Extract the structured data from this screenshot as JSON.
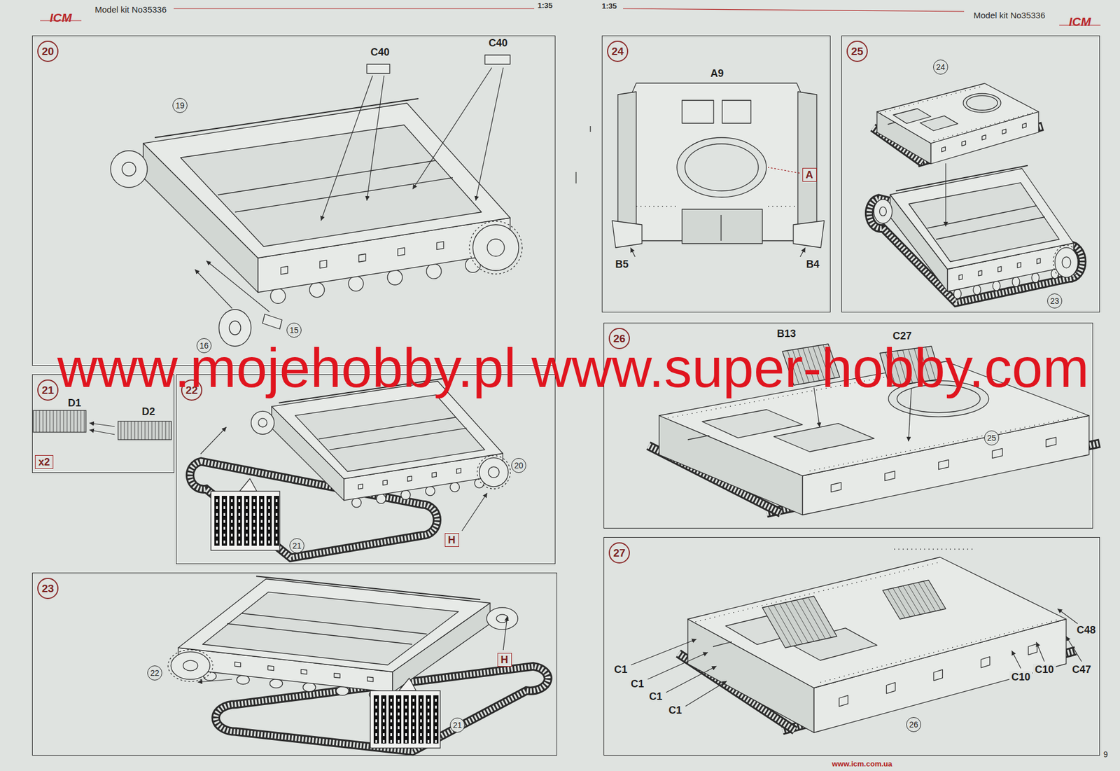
{
  "diagram": {
    "nodes": [
      {
        "text": [
          "20"
        ]
      },
      {
        "text": [
          "21"
        ]
      },
      {
        "text": [
          "22"
        ]
      },
      {
        "text": [
          "23"
        ]
      },
      {
        "text": [
          "24"
        ]
      },
      {
        "text": [
          "25"
        ]
      },
      {
        "text": [
          "26"
        ]
      },
      {
        "text": [
          "27"
        ]
      }
    ],
    "labels": [
      "Model kit No35336",
      "1:35",
      "1:35",
      "Model kit No35336",
      "ICM",
      "ICM",
      "C40",
      "C40",
      "19",
      "15",
      "16",
      "D1",
      "D2",
      "x2",
      "20",
      "H",
      "21",
      "22",
      "H",
      "21",
      "A9",
      "A",
      "B5",
      "B4",
      "24",
      "23",
      "B13",
      "C27",
      "25",
      "C1",
      "C1",
      "C1",
      "C1",
      "C10",
      "C10",
      "C47",
      "C48",
      "26",
      "www.icm.com.ua",
      "9",
      "www.mojehobby.pl www.super-hobby.com"
    ]
  }
}
